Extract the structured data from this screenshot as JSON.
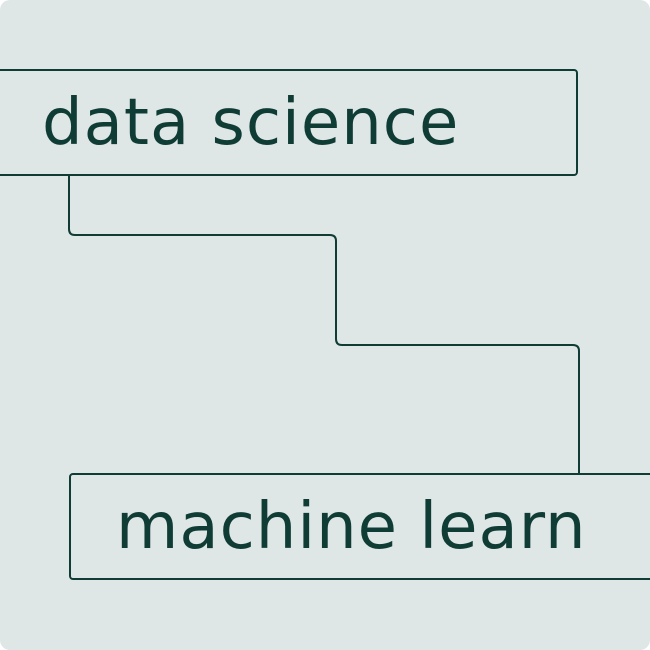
{
  "diagram": {
    "nodes": [
      {
        "id": "data-science",
        "label": "data science"
      },
      {
        "id": "machine-learning",
        "label": "machine learn"
      }
    ],
    "edges": [
      {
        "from": "data-science",
        "to": "machine-learning"
      }
    ]
  },
  "colors": {
    "background": "#dfe6e6",
    "ink": "#0f3d35"
  }
}
